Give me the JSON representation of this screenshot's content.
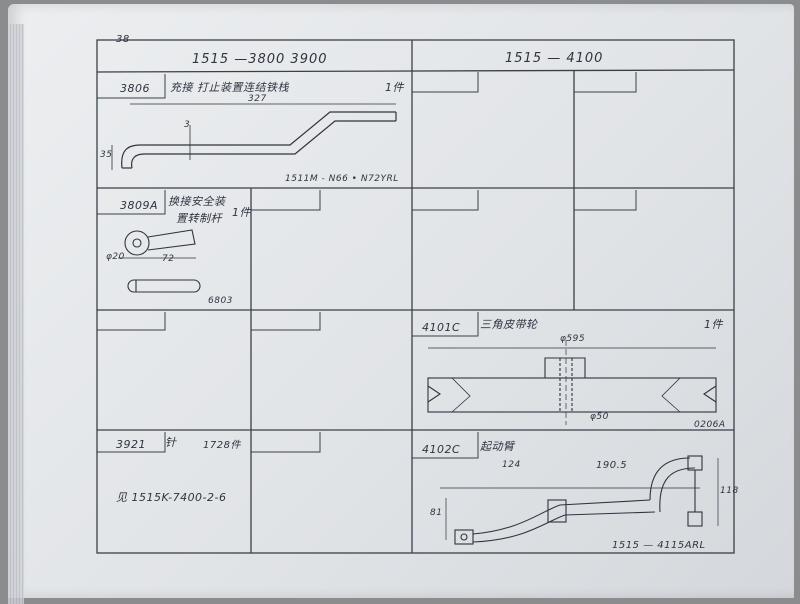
{
  "page_number": "38",
  "header": {
    "left": "1515 —3800 3900",
    "right": "1515 — 4100"
  },
  "cells": {
    "c3806": {
      "code": "3806",
      "name": "充接 打止装置连结铁栈",
      "qty": "1件",
      "dim_length": "327",
      "dim_height": "35",
      "dim_small": "3",
      "ref": "1511M - N66 • N72YRL"
    },
    "c3809a": {
      "code": "3809A",
      "name_line1": "换接安全装",
      "name_line2": "置转制杆",
      "qty": "1件",
      "dim_dia": "φ20",
      "dim_len": "72",
      "ref": "6803"
    },
    "c3921": {
      "code": "3921",
      "name": "针",
      "qty": "1728件",
      "note": "见 1515K-7400-2-6"
    },
    "c4101c": {
      "code": "4101C",
      "name": "三角皮带轮",
      "qty": "1件",
      "dim_outer": "φ595",
      "dim_bore": "φ50",
      "ref": "0206A"
    },
    "c4102c": {
      "code": "4102C",
      "name": "起动臂",
      "dim_a": "124",
      "dim_b": "190.5",
      "dim_h1": "81",
      "dim_h2": "118",
      "ref": "1515 — 4115ARL"
    }
  },
  "colors": {
    "paper": "#e4e7ea",
    "ink": "#2e3440"
  }
}
